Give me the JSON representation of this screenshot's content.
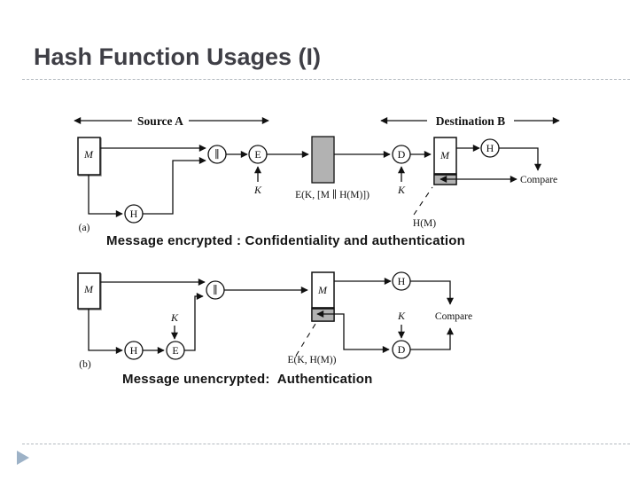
{
  "slide": {
    "title": "Hash Function Usages (I)",
    "caption_a": "Message encrypted : Confidentiality and authentication",
    "caption_b": "Message unencrypted:  Authentication"
  },
  "colors": {
    "title_text": "#3f3f46",
    "diagram_gray_fill": "#b2b2b2",
    "corner_triangle": "#9db2c7",
    "divider_dash": "#b4bac0"
  },
  "diagram": {
    "header": {
      "source": "Source A",
      "destination": "Destination B"
    },
    "a": {
      "tag": "(a)",
      "message_box": "M",
      "hash_fn": "H",
      "concat": "∥",
      "encrypt_fn": "E",
      "key_encrypt": "K",
      "ciphertext_label": "E(K, [M ∥ H(M)])",
      "decrypt_fn": "D",
      "key_decrypt": "K",
      "dest_message_box": "M",
      "dest_hash_fn": "H",
      "compare": "Compare",
      "hash_label": "H(M)"
    },
    "b": {
      "tag": "(b)",
      "message_box": "M",
      "key_encrypt": "K",
      "hash_fn": "H",
      "encrypt_fn": "E",
      "concat": "∥",
      "dest_message_box": "M",
      "dest_hash_fn": "H",
      "key_decrypt": "K",
      "decrypt_fn": "D",
      "compare": "Compare",
      "ciphertext_label": "E(K, H(M))"
    }
  }
}
